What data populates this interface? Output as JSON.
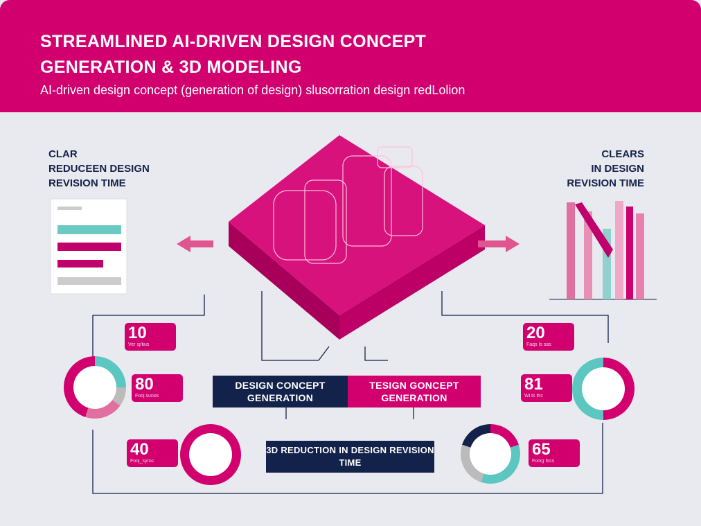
{
  "header": {
    "title_line1": "STREAMLINED AI-DRIVEN DESIGN CONCEPT",
    "title_line2": "GENERATION & 3D MODELING",
    "subtitle": "AI-driven design concept (generation of design) slusorration design redLolion"
  },
  "left_label": {
    "line1": "CLAR",
    "line2": "REDUCEEN DESIGN",
    "line3": "REVISION     TIME"
  },
  "right_label": {
    "line1": "CLEARS",
    "line2": "IN DESIGN",
    "line3": "REVISION TIME"
  },
  "stats": [
    {
      "value": "10",
      "sub": "Ver sj/tius"
    },
    {
      "value": "80",
      "sub": "Fooj sunos"
    },
    {
      "value": "40",
      "sub": "Fooj_syruc"
    },
    {
      "value": "20",
      "sub": "Faqs Is sas"
    },
    {
      "value": "81",
      "sub": "Wl.ts lfrc"
    },
    {
      "value": "65",
      "sub": "Fooig focs"
    }
  ],
  "boxes": {
    "left": "DESIGN CONCEPT GENERATION",
    "right": "TESIGN GONCEPT GENERATION",
    "bottom": "3D REDUCTION IN DESIGN REVISION TIME"
  },
  "colors": {
    "magenta": "#d2006f",
    "navy": "#13224a",
    "teal": "#5cc6c0",
    "bg": "#e9eaef"
  }
}
